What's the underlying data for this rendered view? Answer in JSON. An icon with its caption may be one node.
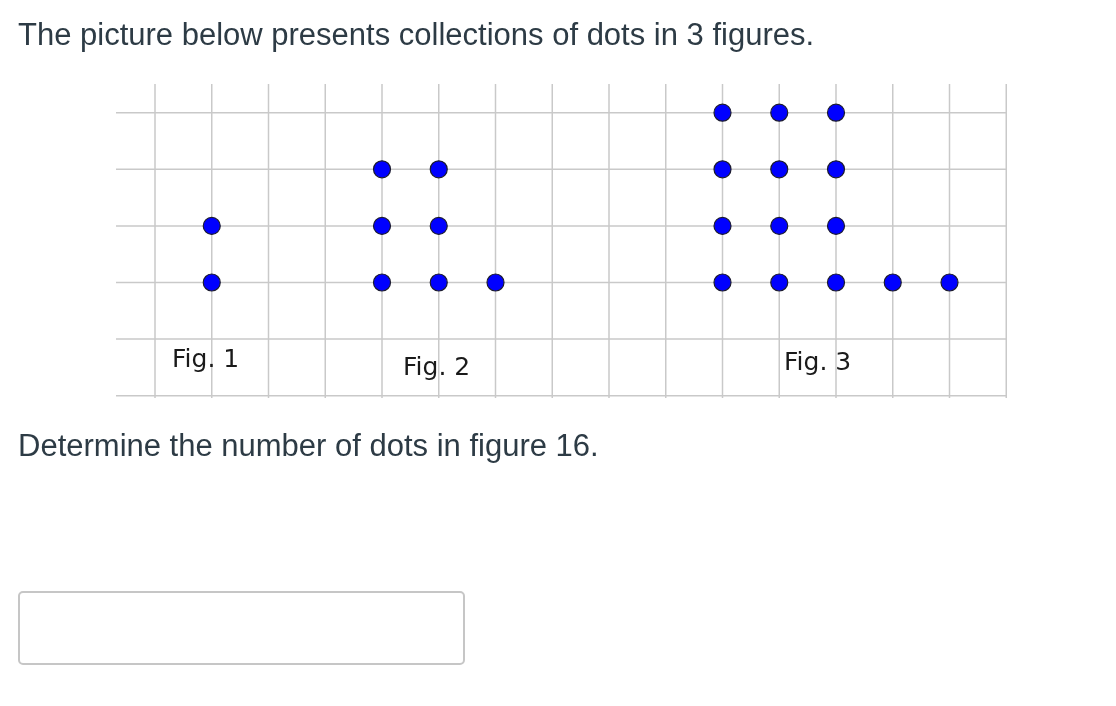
{
  "diagram": {
    "title": "The picture below presents collections of dots in 3 figures.",
    "labels": [
      "Fig. 1",
      "Fig. 2",
      "Fig. 3",
      "Determine the number of dots in figure 16."
    ]
  }
}
